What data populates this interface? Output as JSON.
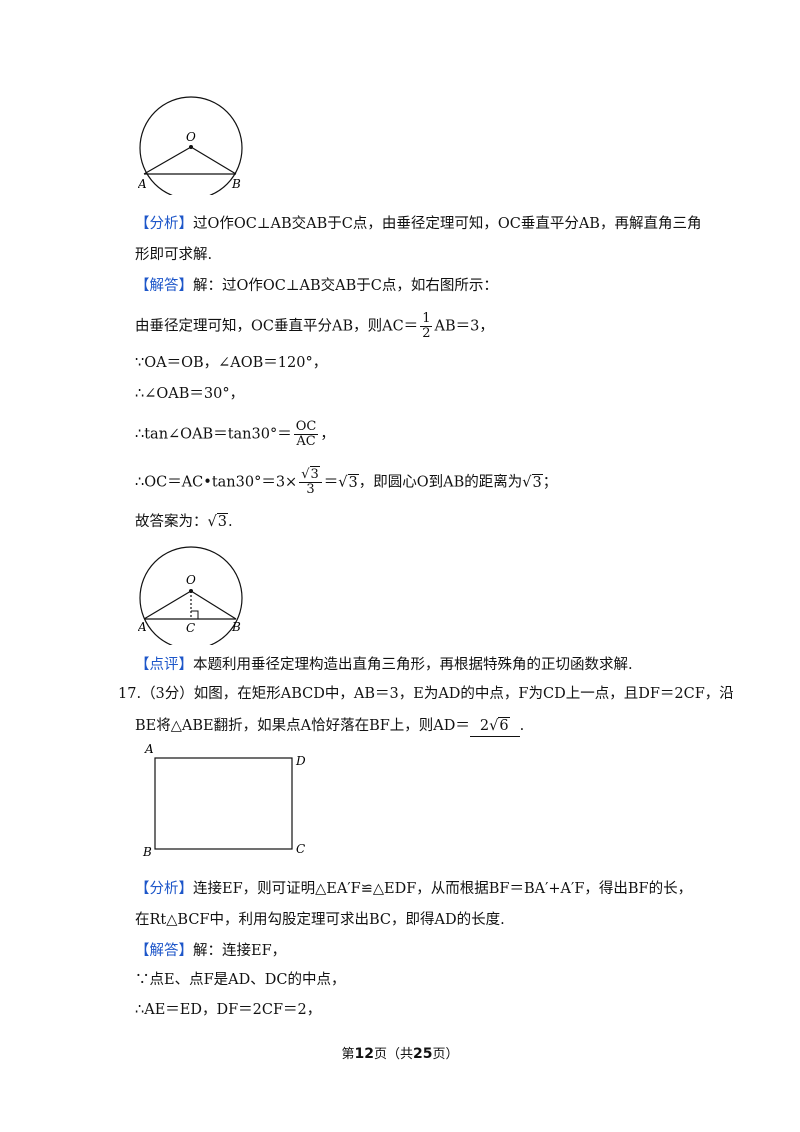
{
  "figure1": {
    "label_O": "O",
    "label_A": "A",
    "label_B": "B"
  },
  "analysis16": {
    "tag": "【分析】",
    "line1": "过O作OC⊥AB交AB于C点，由垂径定理可知，OC垂直平分AB，再解直角三角",
    "line2": "形即可求解."
  },
  "solution16": {
    "tag": "【解答】",
    "line1": "解：过O作OC⊥AB交AB于C点，如右图所示：",
    "line2_a": "由垂径定理可知，OC垂直平分AB，则AC＝",
    "frac_num": "1",
    "frac_den": "2",
    "line2_b": "AB＝3，",
    "line3": "∵OA＝OB，∠AOB＝120°，",
    "line4": "∴∠OAB＝30°，",
    "line5_a": "∴tan∠OAB＝tan30°＝",
    "frac2_num": "OC",
    "frac2_den": "AC",
    "line5_b": "，",
    "line6_a": "∴OC＝AC•tan30°＝3×",
    "frac3_num_rad": "3",
    "frac3_den": "3",
    "line6_b": "＝",
    "line6_rad": "3",
    "line6_c": "，即圆心O到AB的距离为",
    "line6_rad2": "3",
    "line6_d": "；",
    "line7_a": "故答案为：",
    "line7_rad": "3",
    "line7_b": "."
  },
  "figure2": {
    "label_O": "O",
    "label_A": "A",
    "label_B": "B",
    "label_C": "C"
  },
  "comment16": {
    "tag": "【点评】",
    "text": "本题利用垂径定理构造出直角三角形，再根据特殊角的正切函数求解."
  },
  "problem17": {
    "number": "17.",
    "line1": "（3分）如图，在矩形ABCD中，AB＝3，E为AD的中点，F为CD上一点，且DF＝2CF，沿",
    "line2_a": "BE将△ABE翻折，如果点A恰好落在BF上，则AD＝",
    "answer_coef": "2",
    "answer_rad": "6",
    "line2_b": "."
  },
  "figure3": {
    "label_A": "A",
    "label_B": "B",
    "label_C": "C",
    "label_D": "D"
  },
  "analysis17": {
    "tag": "【分析】",
    "line1": "连接EF，则可证明△EA′F≌△EDF，从而根据BF＝BA′+A′F，得出BF的长，",
    "line2": "在Rt△BCF中，利用勾股定理可求出BC，即得AD的长度."
  },
  "solution17": {
    "tag": "【解答】",
    "line1": "解：连接EF，",
    "line2": "∵点E、点F是AD、DC的中点，",
    "line3": "∴AE＝ED，DF＝2CF＝2，"
  },
  "footer": {
    "pre": "第",
    "page": "12",
    "mid": "页（共",
    "total": "25",
    "post": "页）"
  }
}
